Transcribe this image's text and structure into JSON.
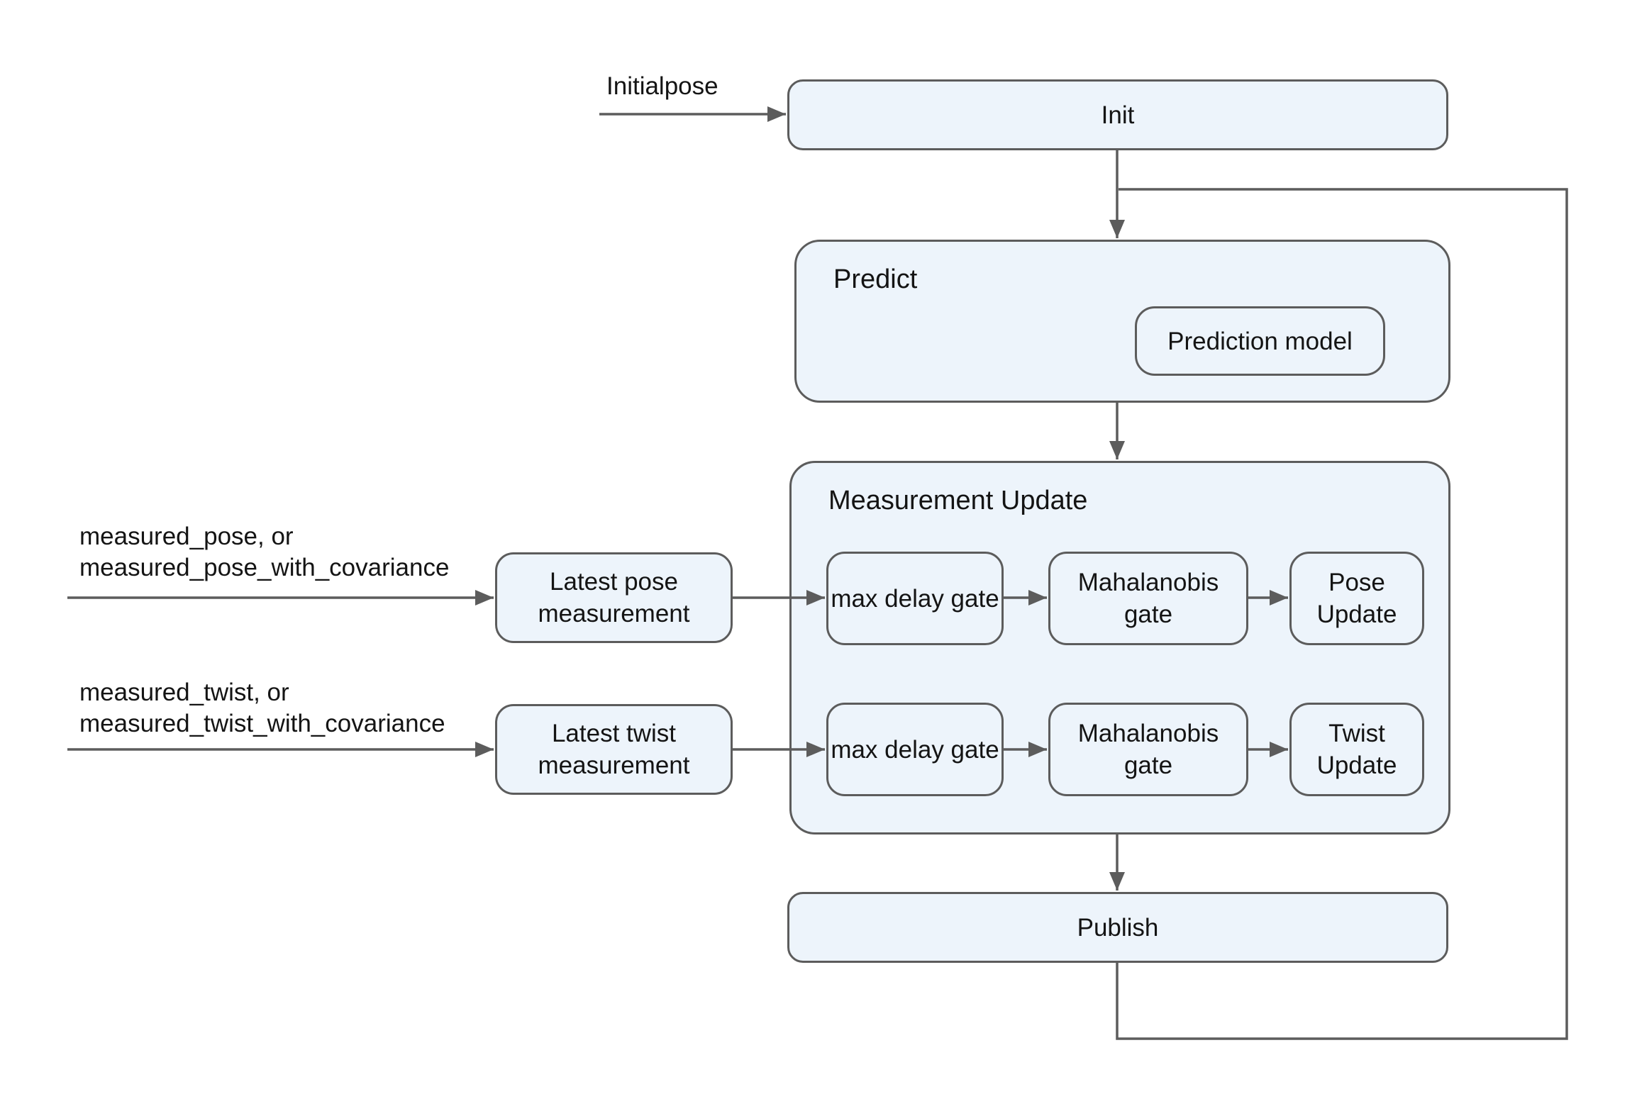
{
  "diagram": {
    "background": "#ffffff",
    "node_fill": "#edf4fb",
    "node_border": "#5c5c5c",
    "connector_color": "#5c5c5c",
    "text_color": "#141414"
  },
  "inputs": {
    "initialpose_label": "Initialpose",
    "pose_topic_line1": "measured_pose, or",
    "pose_topic_line2": "measured_pose_with_covariance",
    "twist_topic_line1": "measured_twist, or",
    "twist_topic_line2": "measured_twist_with_covariance"
  },
  "nodes": {
    "init": "Init",
    "predict_title": "Predict",
    "prediction_model": "Prediction model",
    "measurement_update_title": "Measurement Update",
    "latest_pose_measurement": "Latest pose measurement",
    "latest_twist_measurement": "Latest twist measurement",
    "pose_max_delay_gate": "max delay gate",
    "pose_mahalanobis_gate": "Mahalanobis gate",
    "pose_update": "Pose Update",
    "twist_max_delay_gate": "max delay gate",
    "twist_mahalanobis_gate": "Mahalanobis gate",
    "twist_update": "Twist Update",
    "publish": "Publish"
  }
}
